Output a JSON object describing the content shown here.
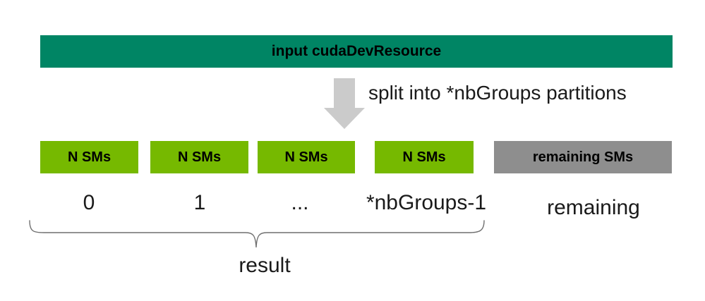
{
  "colors": {
    "bg": "#FFFFFF",
    "teal": "#008564",
    "nvgreen": "#76B900",
    "graybox": "#8E8E8E",
    "arrow": "#CBCBCB",
    "brace": "#6F6F6F",
    "ink": "#000000",
    "softink": "#1A1A1A"
  },
  "input_bar": {
    "label": "input cudaDevResource"
  },
  "split_annotation": {
    "label": "split into *nbGroups partitions",
    "icon": "down-arrow-icon"
  },
  "partitions": [
    {
      "box_label": "N SMs",
      "index_label": "0"
    },
    {
      "box_label": "N SMs",
      "index_label": "1"
    },
    {
      "box_label": "N SMs",
      "index_label": "..."
    },
    {
      "box_label": "N SMs",
      "index_label": "*nbGroups-1"
    }
  ],
  "remaining": {
    "box_label": "remaining SMs",
    "label": "remaining"
  },
  "result_label": "result"
}
